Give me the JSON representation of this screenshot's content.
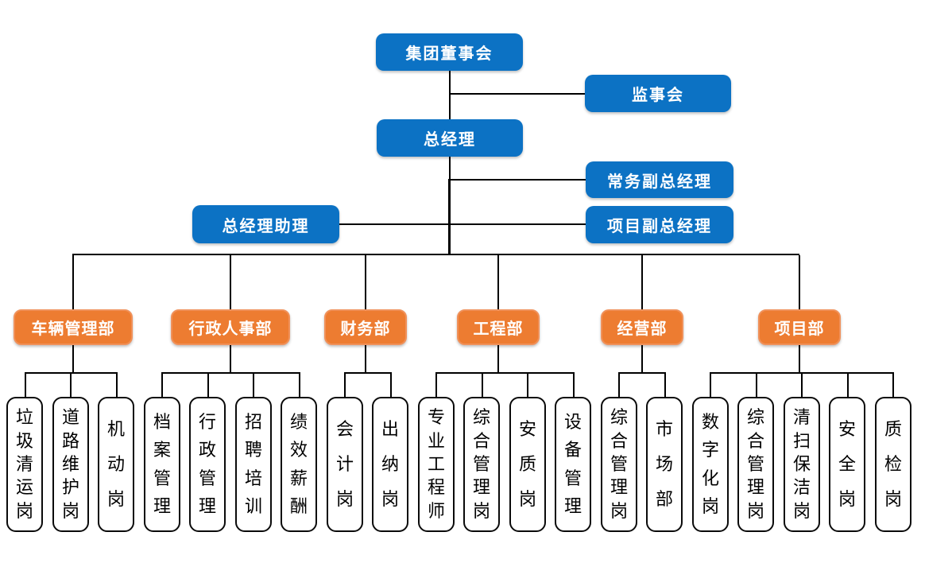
{
  "colors": {
    "primary_blue": "#0c72c4",
    "accent_orange": "#ed7c31",
    "line_black": "#000000",
    "node_text_white": "#ffffff",
    "child_text_black": "#000000"
  },
  "org": {
    "top": {
      "board": "集团董事会",
      "supervisory": "监事会",
      "general_manager": "总经理",
      "executive_deputy_gm": "常务副总经理",
      "gm_assistant": "总经理助理",
      "project_deputy_gm": "项目副总经理"
    },
    "departments": [
      {
        "label": "车辆管理部",
        "children": [
          "垃圾清运岗",
          "道路维护岗",
          "机动岗"
        ]
      },
      {
        "label": "行政人事部",
        "children": [
          "档案管理",
          "行政管理",
          "招聘培训",
          "绩效薪酬"
        ]
      },
      {
        "label": "财务部",
        "children": [
          "会计岗",
          "出纳岗"
        ]
      },
      {
        "label": "工程部",
        "children": [
          "专业工程师",
          "综合管理岗",
          "安质岗",
          "设备管理"
        ]
      },
      {
        "label": "经营部",
        "children": [
          "综合管理岗",
          "市场部"
        ]
      },
      {
        "label": "项目部",
        "children": [
          "数字化岗",
          "综合管理岗",
          "清扫保洁岗",
          "安全岗",
          "质检岗"
        ]
      }
    ]
  }
}
